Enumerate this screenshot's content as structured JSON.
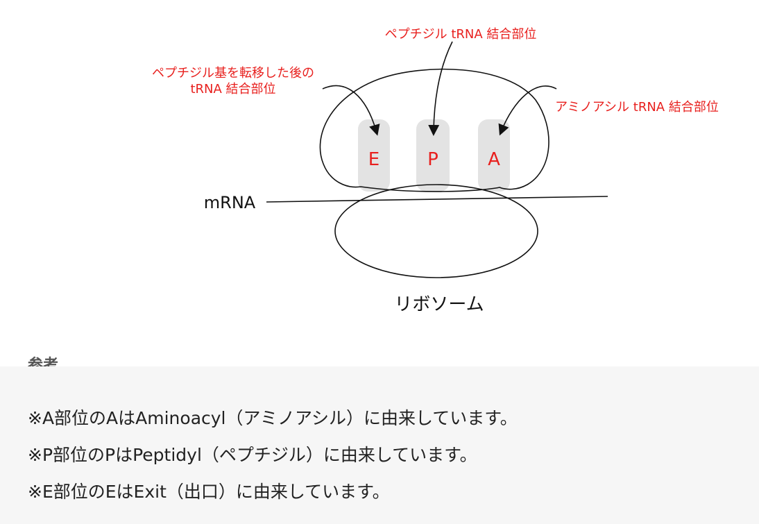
{
  "diagram": {
    "label_p_site": "ペプチジル tRNA 結合部位",
    "label_e_site_line1": "ペプチジル基を転移した後の",
    "label_e_site_line2": "tRNA 結合部位",
    "label_a_site": "アミノアシル tRNA 結合部位",
    "site_e": "E",
    "site_p": "P",
    "site_a": "A",
    "mrna_label": "mRNA",
    "ribosome_label": "リボソーム",
    "colors": {
      "annotation_red": "#e8201e",
      "site_box_gray": "#e3e3e3",
      "outline_black": "#111111"
    }
  },
  "note": {
    "heading": "参考",
    "items": [
      "※A部位のAはAminoacyl（アミノアシル）に由来しています。",
      "※P部位のPはPeptidyl（ペプチジル）に由来しています。",
      "※E部位のEはExit（出口）に由来しています。"
    ],
    "background_color": "#f6f6f6"
  }
}
